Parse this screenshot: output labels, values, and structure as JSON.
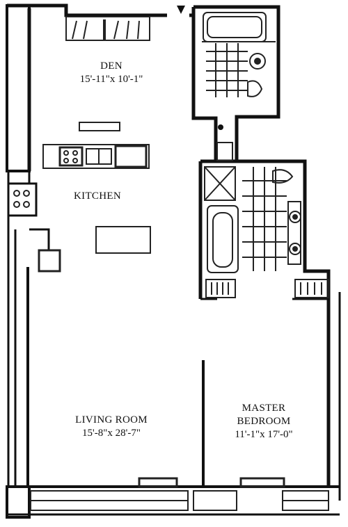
{
  "rooms": {
    "den": {
      "name": "DEN",
      "dimensions": "15'-11\"x 10'-1\""
    },
    "kitchen": {
      "name": "KITCHEN"
    },
    "living_room": {
      "name": "LIVING ROOM",
      "dimensions": "15'-8\"x 28'-7\""
    },
    "master_bedroom": {
      "name_line1": "MASTER",
      "name_line2": "BEDROOM",
      "dimensions": "11'-1\"x 17'-0\""
    }
  },
  "colors": {
    "wall": "#111111",
    "fixture": "#222222",
    "background": "#ffffff"
  },
  "icons": {
    "entry": "entry-arrow-icon"
  }
}
